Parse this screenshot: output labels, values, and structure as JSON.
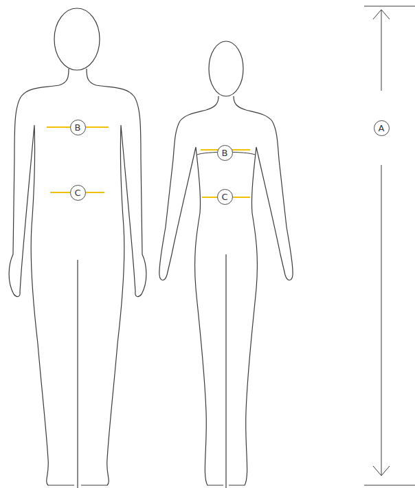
{
  "diagram": {
    "nodes": [
      {
        "text": [
          "B"
        ]
      },
      {
        "text": [
          "C"
        ]
      },
      {
        "text": [
          "B"
        ]
      },
      {
        "text": [
          "C"
        ]
      },
      {
        "text": [
          "A"
        ]
      }
    ]
  }
}
